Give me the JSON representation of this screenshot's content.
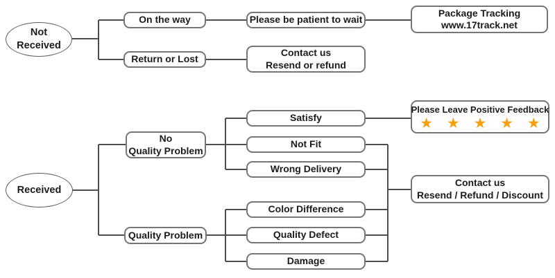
{
  "colors": {
    "star": "#F5A00F",
    "connector": "#4d4d4d",
    "node_border": "#757575",
    "text": "#1b1b1b"
  },
  "top_tree": {
    "root": {
      "line1": "Not",
      "line2": "Received"
    },
    "on_the_way": {
      "label": "On the way"
    },
    "return_or_lost": {
      "label": "Return or Lost"
    },
    "be_patient": {
      "label": "Please be patient to wait"
    },
    "package_tracking": {
      "line1": "Package Tracking",
      "line2": "www.17track.net"
    },
    "contact_resend_refund": {
      "line1": "Contact us",
      "line2": "Resend or refund"
    }
  },
  "bottom_tree": {
    "root": {
      "label": "Received"
    },
    "no_quality_problem": {
      "line1": "No",
      "line2": "Quality Problem"
    },
    "quality_problem": {
      "label": "Quality Problem"
    },
    "satisfy": {
      "label": "Satisfy"
    },
    "not_fit": {
      "label": "Not Fit"
    },
    "wrong_delivery": {
      "label": "Wrong Delivery"
    },
    "color_difference": {
      "label": "Color Difference"
    },
    "quality_defect": {
      "label": "Quality Defect"
    },
    "damage": {
      "label": "Damage"
    },
    "feedback": {
      "title": "Please Leave Positive Feedback",
      "stars": "★ ★ ★ ★ ★",
      "star_count": "5"
    },
    "contact_discount": {
      "line1": "Contact us",
      "line2": "Resend / Refund / Discount"
    }
  }
}
